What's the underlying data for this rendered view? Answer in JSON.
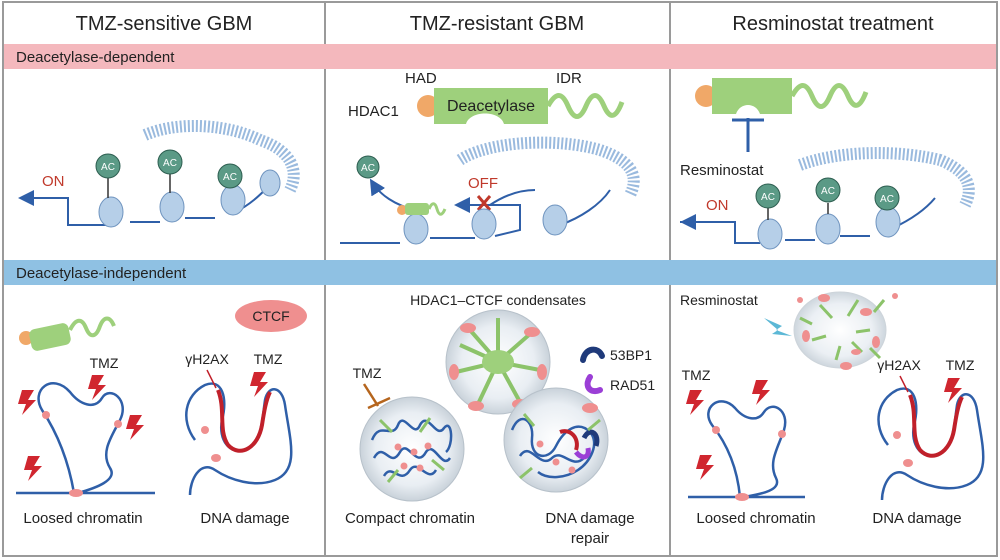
{
  "columns": {
    "sensitive": "TMZ-sensitive GBM",
    "resistant": "TMZ-resistant GBM",
    "treatment": "Resminostat treatment"
  },
  "bands": {
    "dependent": "Deacetylase-dependent",
    "independent": "Deacetylase-independent"
  },
  "labels": {
    "ac": "AC",
    "on": "ON",
    "off": "OFF",
    "had": "HAD",
    "idr": "IDR",
    "hdac1": "HDAC1",
    "deacetylase": "Deacetylase",
    "resminostat": "Resminostat",
    "ctcf": "CTCF",
    "tmz": "TMZ",
    "gh2ax": "γH2AX",
    "condensates": "HDAC1–CTCF condensates",
    "bp53": "53BP1",
    "rad51": "RAD51",
    "loosed": "Loosed chromatin",
    "dna_damage": "DNA damage",
    "compact": "Compact chromatin",
    "repair_line1": "DNA damage",
    "repair_line2": "repair"
  },
  "colors": {
    "dependent_band": "#f4b8bd",
    "independent_band": "#8fc1e3",
    "dna": "#2f5fa8",
    "nucleosome": "#b6cfe8",
    "ac_fill": "#5b9a86",
    "hdac_green": "#9ed07c",
    "had_orange": "#f0a868",
    "on_red": "#c0392b",
    "damage_red": "#c0202a",
    "ctcf_pink": "#ef8f8f",
    "bp53_navy": "#1f3a7a",
    "rad51_purple": "#9b3fd6",
    "tmz_orange": "#b5651d"
  }
}
